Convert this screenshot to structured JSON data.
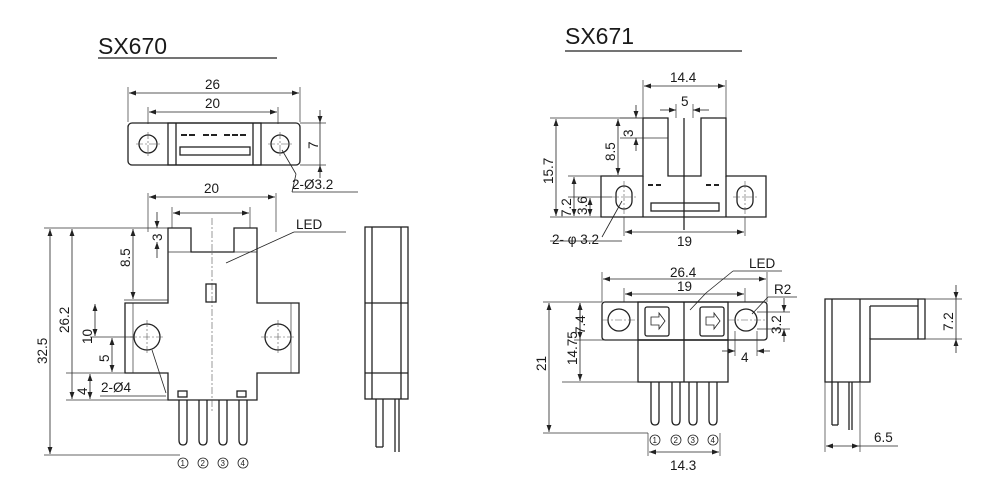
{
  "sx670": {
    "title": "SX670",
    "top_dims": {
      "overall": "26",
      "inner": "20",
      "height": "7",
      "holes": "2-Ø3.2"
    },
    "front_dims": {
      "slot_width": "20",
      "led": "LED",
      "slot_top": "3",
      "slot_depth": "8.5",
      "height_total": "32.5",
      "height_body": "26.2",
      "hole_to_bottom": "10",
      "hole_mid": "5",
      "bottom_gap": "4",
      "holes": "2-Ø4"
    },
    "pins": [
      "1",
      "2",
      "3",
      "4"
    ]
  },
  "sx671": {
    "title": "SX671",
    "top_dims": {
      "width": "14.4",
      "slot": "5",
      "slot_top": "3",
      "slot_depth": "8.5",
      "height": "15.7",
      "lower": "7.2",
      "center": "3.6",
      "holes": "2- φ 3.2",
      "base": "19"
    },
    "front_dims": {
      "overall": "26.4",
      "pitch": "19",
      "led": "LED",
      "radius": "R2",
      "h1": "7.4",
      "h2": "14.75",
      "h3": "21",
      "slot_h": "3.2",
      "offset": "4",
      "pin_span": "14.3"
    },
    "side_dims": {
      "height": "7.2",
      "width": "6.5"
    },
    "pins": [
      "1",
      "2",
      "3",
      "4"
    ]
  }
}
